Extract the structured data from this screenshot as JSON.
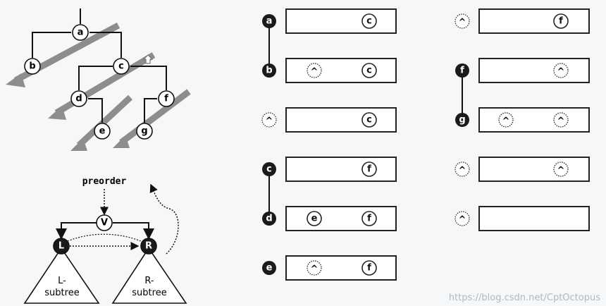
{
  "tree": {
    "nodes": [
      "a",
      "b",
      "c",
      "d",
      "e",
      "f",
      "g"
    ],
    "edges": [
      [
        "a",
        "b"
      ],
      [
        "a",
        "c"
      ],
      [
        "c",
        "d"
      ],
      [
        "c",
        "f"
      ],
      [
        "d",
        "e"
      ],
      [
        "f",
        "g"
      ]
    ]
  },
  "schema": {
    "label": "preorder",
    "root": "V",
    "left": "L",
    "right": "R",
    "left_subtree": [
      "L-",
      "subtree"
    ],
    "right_subtree": [
      "R-",
      "subtree"
    ]
  },
  "stack_steps_left": [
    {
      "nodes": [
        "a"
      ],
      "stack": [
        "c"
      ]
    },
    {
      "nodes": [
        "b"
      ],
      "stack": [
        "^",
        "c"
      ]
    },
    {
      "nodes": [
        "^"
      ],
      "stack": [
        "c"
      ]
    },
    {
      "nodes": [
        "c"
      ],
      "stack": [
        "f"
      ]
    },
    {
      "nodes": [
        "d"
      ],
      "stack": [
        "e",
        "f"
      ]
    },
    {
      "nodes": [
        "e"
      ],
      "stack": [
        "^",
        "f"
      ]
    }
  ],
  "stack_steps_right": [
    {
      "nodes": [
        "^"
      ],
      "stack": [
        "f"
      ]
    },
    {
      "nodes": [
        "f"
      ],
      "stack": [
        "^"
      ]
    },
    {
      "nodes": [
        "g"
      ],
      "stack": [
        "^",
        "^"
      ]
    },
    {
      "nodes": [
        "^"
      ],
      "stack": [
        "^"
      ]
    },
    {
      "nodes": [
        "^"
      ],
      "stack": []
    }
  ],
  "watermark": "https://blog.csdn.net/CptOctopus"
}
